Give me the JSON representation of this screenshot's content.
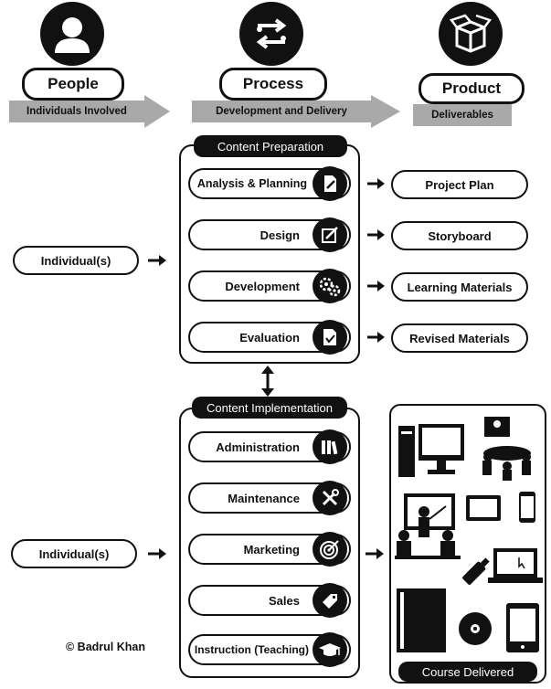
{
  "top": {
    "people": {
      "title": "People",
      "subtitle": "Individuals Involved"
    },
    "process": {
      "title": "Process",
      "subtitle": "Development and Delivery"
    },
    "product": {
      "title": "Product",
      "subtitle": "Deliverables"
    }
  },
  "preparation": {
    "header": "Content Preparation",
    "individual_label": "Individual(s)",
    "steps": [
      {
        "label": "Analysis & Planning",
        "icon": "pencil-paper-icon",
        "output": "Project Plan"
      },
      {
        "label": "Design",
        "icon": "design-pencil-icon",
        "output": "Storyboard"
      },
      {
        "label": "Development",
        "icon": "gears-icon",
        "output": "Learning Materials"
      },
      {
        "label": "Evaluation",
        "icon": "checked-document-icon",
        "output": "Revised Materials"
      }
    ]
  },
  "implementation": {
    "header": "Content Implementation",
    "individual_label": "Individual(s)",
    "steps": [
      {
        "label": "Administration",
        "icon": "binders-icon"
      },
      {
        "label": "Maintenance",
        "icon": "tools-icon"
      },
      {
        "label": "Marketing",
        "icon": "target-icon"
      },
      {
        "label": "Sales",
        "icon": "price-tag-icon"
      },
      {
        "label": "Instruction (Teaching)",
        "icon": "graduation-cap-icon"
      }
    ],
    "output_label": "Course Delivered"
  },
  "copyright": "© Badrul Khan"
}
